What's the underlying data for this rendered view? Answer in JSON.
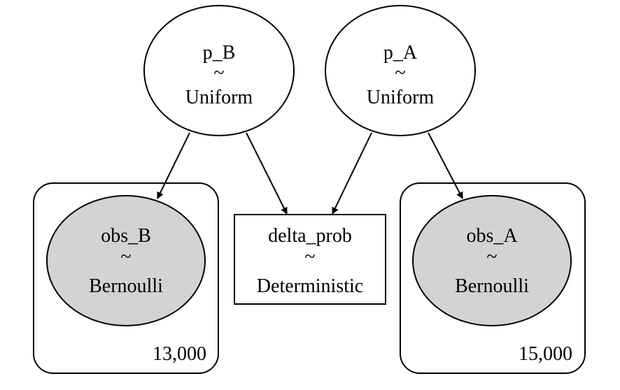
{
  "graph": {
    "nodes": {
      "p_B": {
        "name": "p_B",
        "sep": "~",
        "dist": "Uniform",
        "observed": false,
        "shape": "ellipse"
      },
      "p_A": {
        "name": "p_A",
        "sep": "~",
        "dist": "Uniform",
        "observed": false,
        "shape": "ellipse"
      },
      "obs_B": {
        "name": "obs_B",
        "sep": "~",
        "dist": "Bernoulli",
        "observed": true,
        "shape": "ellipse"
      },
      "obs_A": {
        "name": "obs_A",
        "sep": "~",
        "dist": "Bernoulli",
        "observed": true,
        "shape": "ellipse"
      },
      "delta_prob": {
        "name": "delta_prob",
        "sep": "~",
        "dist": "Deterministic",
        "observed": false,
        "shape": "box"
      }
    },
    "plates": {
      "plate_B": {
        "label": "13,000"
      },
      "plate_A": {
        "label": "15,000"
      }
    },
    "edges": [
      {
        "from": "p_B",
        "to": "obs_B"
      },
      {
        "from": "p_B",
        "to": "delta_prob"
      },
      {
        "from": "p_A",
        "to": "delta_prob"
      },
      {
        "from": "p_A",
        "to": "obs_A"
      }
    ],
    "colors": {
      "observed_fill": "#d3d3d3",
      "stroke": "#000000",
      "background": "#ffffff"
    }
  }
}
